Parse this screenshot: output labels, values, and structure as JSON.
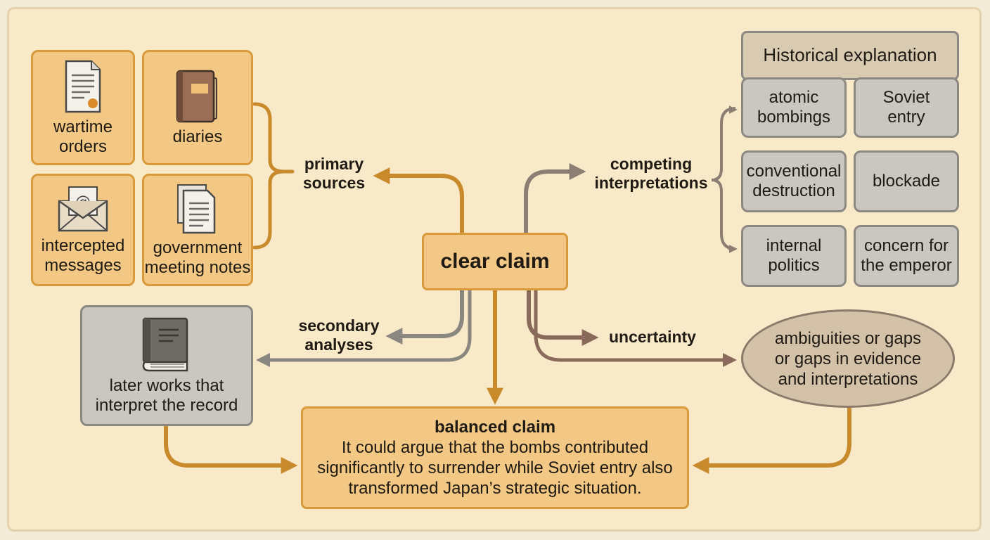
{
  "sources": {
    "wartime_orders": "wartime\norders",
    "diaries": "diaries",
    "intercepted_messages": "intercepted\nmessages",
    "government_meeting_notes": "government\nmeeting notes"
  },
  "labels": {
    "primary_sources": "primary\nsources",
    "secondary_analyses": "secondary\nanalyses",
    "competing_interpretations": "competing\ninterpretations",
    "uncertainty": "uncertainty"
  },
  "later_works": "later works that\ninterpret the record",
  "clear_claim": "clear claim",
  "balanced_claim": {
    "title": "balanced claim",
    "body": "It could argue that the bombs contributed\nsignificantly to surrender while Soviet entry also\ntransformed Japan’s strategic situation."
  },
  "historical_explanation": {
    "title": "Historical explanation",
    "factors": [
      "atomic\nbombings",
      "Soviet\nentry",
      "conventional\ndestruction",
      "blockade",
      "internal\npolitics",
      "concern for\nthe emperor"
    ]
  },
  "ambiguities": "ambiguities or gaps\nor gaps in evidence\nand interpretations",
  "colors": {
    "primary_arrow": "#c98a2c",
    "secondary_arrow": "#8a8780",
    "interpretation_arrow": "#8c7e72",
    "uncertainty_arrow": "#8a6a5a",
    "source_fill": "#f2c884",
    "gray_fill": "#cac7c1"
  }
}
